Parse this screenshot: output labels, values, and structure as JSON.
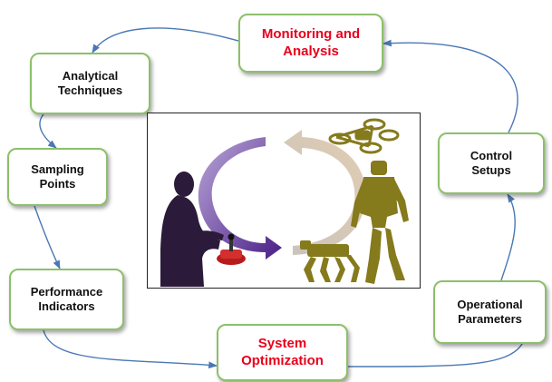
{
  "nodes": {
    "monitoring": "Monitoring and\nAnalysis",
    "analytical": "Analytical\nTechniques",
    "control": "Control\nSetups",
    "sampling": "Sampling\nPoints",
    "performance": "Performance\nIndicators",
    "operational": "Operational\nParameters",
    "system": "System\nOptimization"
  },
  "colors": {
    "box_border": "#8cc06a",
    "highlight_text": "#e8001c",
    "arrow": "#4a78b5",
    "purple_arrow": "#5b2d8e",
    "beige_arrow": "#d9c8b4",
    "robot": "#857a1c",
    "human": "#2b1a3a"
  },
  "icons": {
    "human": "human-operator-icon",
    "joystick": "joystick-icon",
    "drone": "quadcopter-drone-icon",
    "humanoid": "humanoid-robot-icon",
    "quadruped": "quadruped-robot-icon"
  }
}
